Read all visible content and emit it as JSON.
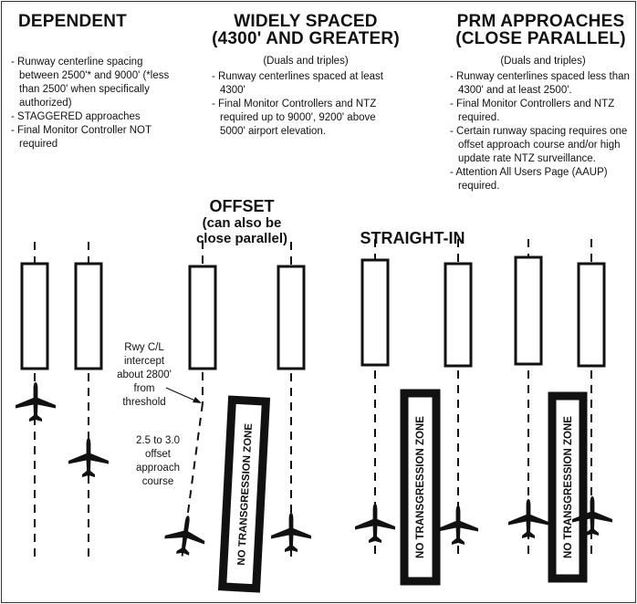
{
  "columns": {
    "dependent": {
      "title": "DEPENDENT",
      "bullets": [
        "Runway centerline spacing between 2500'* and 9000' (*less than 2500' when specifically authorized)",
        "STAGGERED approaches",
        "Final Monitor Controller NOT required"
      ]
    },
    "widely_spaced": {
      "title_line1": "WIDELY SPACED",
      "title_line2": "(4300' AND GREATER)",
      "subtitle": "(Duals and triples)",
      "bullets": [
        "Runway centerlines spaced at least 4300'",
        "Final Monitor Controllers and NTZ required up to 9000', 9200' above 5000' airport elevation."
      ]
    },
    "prm": {
      "title_line1": "PRM APPROACHES",
      "title_line2": "(CLOSE PARALLEL)",
      "subtitle": "(Duals and triples)",
      "bullets": [
        "Runway centerlines spaced less than 4300' and at least 2500'.",
        "Final Monitor Controllers and NTZ required.",
        "Certain runway spacing requires one offset approach course and/or high update rate NTZ surveillance.",
        "Attention All Users Page (AAUP) required."
      ]
    }
  },
  "diagram": {
    "offset_title": "OFFSET",
    "offset_sub_line1": "(can also be",
    "offset_sub_line2": "close parallel)",
    "straight_in_title": "STRAIGHT-IN",
    "intercept_note": [
      "Rwy C/L",
      "intercept",
      "about 2800'",
      "from",
      "threshold"
    ],
    "offset_course_note": [
      "2.5 to 3.0",
      "offset",
      "approach",
      "course"
    ],
    "ntz_label": "NO TRANSGRESSION ZONE"
  },
  "colors": {
    "ink": "#111111",
    "background": "#ffffff"
  }
}
